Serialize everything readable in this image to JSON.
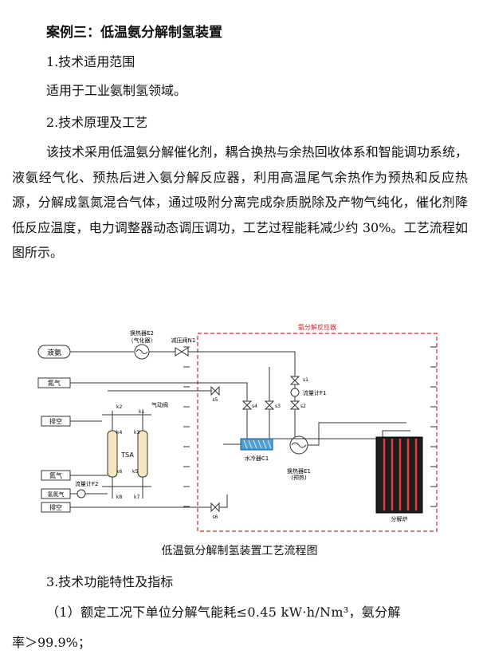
{
  "title": "案例三：低温氨分解制氢装置",
  "sections": [
    {
      "heading": "1.技术适用范围",
      "text": "适用于工业氨制氢领域。"
    },
    {
      "heading": "2.技术原理及工艺"
    }
  ],
  "principle_text": "该技术采用低温氨分解催化剂，耦合换热与余热回收体系和智能调功系统，液氨经气化、预热后进入氨分解反应器，利用高温尾气余热作为预热和反应热源，分解成氢氮混合气体，通过吸附分离完成杂质脱除及产物气纯化，催化剂降低反应温度，电力调整器动态调压调功，工艺过程能耗减少约 30%。工艺流程如图所示。",
  "diagram": {
    "box_label": "氨分解反应器",
    "labels": {
      "liquid_ammonia": "液氨",
      "heat_exchanger2": "换热器E2",
      "vaporizer": "（气化器）",
      "pressure_valve": "减压阀N1",
      "nitrogen": "氮气",
      "vent1": "排空",
      "tsa": "TSA",
      "nitrogen2": "氮气",
      "hydrogen_nitrogen": "氢氮气",
      "vent2": "排空",
      "pneumatic_valve": "气动阀",
      "flowmeter1": "流量计F1",
      "flowmeter2": "流量计F2",
      "water_cooler": "水冷器C1",
      "heat_exchanger1": "换热器E1",
      "preheat": "(预热)",
      "decomposer": "分解炉"
    },
    "valves": [
      "k2",
      "k1",
      "k4",
      "k3",
      "k6",
      "k5",
      "k8",
      "k7",
      "s1",
      "s2",
      "s3",
      "s4",
      "s5",
      "s6"
    ]
  },
  "caption": "低温氨分解制氢装置工艺流程图",
  "section3": "3.技术功能特性及指标",
  "spec_line1": "（1）额定工况下单位分解气能耗≤0.45 kW·h/Nm³，氨分解",
  "spec_line2": "率＞99.9%；"
}
